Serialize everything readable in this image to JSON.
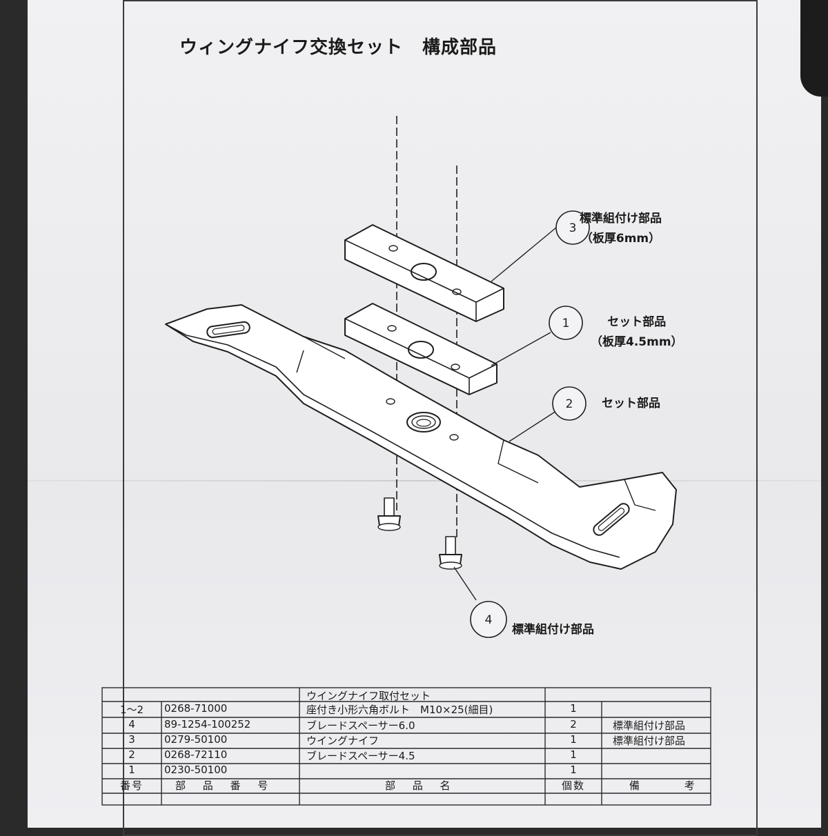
{
  "title": {
    "part1": "ウィングナイフ交換セット",
    "part2": "構成部品"
  },
  "callouts": [
    {
      "num": "3",
      "line1": "標準組付け部品",
      "line2": "（板厚6mm）"
    },
    {
      "num": "1",
      "line1": "セット部品",
      "line2": "（板厚4.5mm）"
    },
    {
      "num": "2",
      "line1": "セット部品",
      "line2": ""
    },
    {
      "num": "4",
      "line1": "標準組付け部品",
      "line2": ""
    }
  ],
  "table": {
    "headers": {
      "no": "番号",
      "part_number": "部 品 番 号",
      "part_name": "部 品 名",
      "qty": "個数",
      "note": "備 考"
    },
    "rows": [
      {
        "no": "",
        "part_number": "",
        "part_name": "ウイングナイフ取付セット",
        "qty": "",
        "note": ""
      },
      {
        "no": "1〜2",
        "part_number": "0268-71000",
        "part_name": "座付き小形六角ボルト　M10×25(細目)",
        "qty": "1",
        "note": ""
      },
      {
        "no": "4",
        "part_number": "89-1254-100252",
        "part_name": "ブレードスペーサー6.0",
        "qty": "2",
        "note": "標準組付け部品"
      },
      {
        "no": "3",
        "part_number": "0279-50100",
        "part_name": "ウイングナイフ",
        "qty": "1",
        "note": "標準組付け部品"
      },
      {
        "no": "2",
        "part_number": "0268-72110",
        "part_name": "ブレードスペーサー4.5",
        "qty": "1",
        "note": ""
      },
      {
        "no": "1",
        "part_number": "0230-50100",
        "part_name": "",
        "qty": "1",
        "note": ""
      }
    ]
  }
}
